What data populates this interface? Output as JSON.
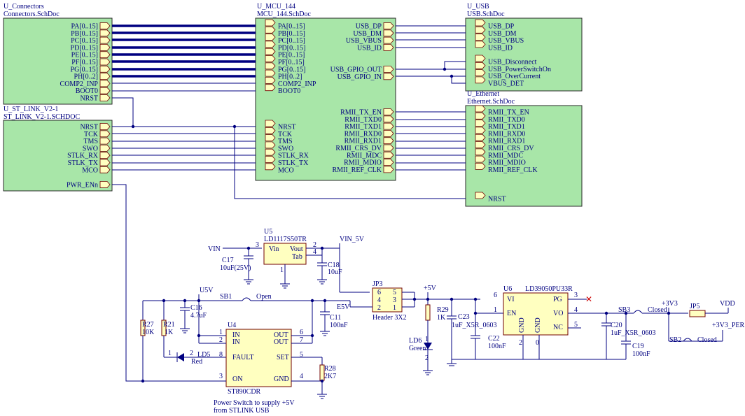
{
  "sheets": {
    "connectors": {
      "designator": "U_Connectors",
      "file": "Connectors.SchDoc",
      "ports": [
        "PA[0..15]",
        "PB[0..15]",
        "PC[0..15]",
        "PD[0..15]",
        "PE[0..15]",
        "PF[0..15]",
        "PG[0..15]",
        "PH[0..2]",
        "COMP2_INP",
        "BOOT0",
        "NRST"
      ]
    },
    "stlink": {
      "designator": "U_ST_LINK_V2-1",
      "file": "ST_LINK_V2-1.SCHDOC",
      "ports": [
        "NRST",
        "TCK",
        "TMS",
        "SWO",
        "STLK_RX",
        "STLK_TX",
        "MCO"
      ],
      "pwr": "PWR_ENn"
    },
    "mcu": {
      "designator": "U_MCU_144",
      "file": "MCU_144.SchDoc",
      "left_ports": [
        "PA[0..15]",
        "PB[0..15]",
        "PC[0..15]",
        "PD[0..15]",
        "PE[0..15]",
        "PF[0..15]",
        "PG[0..15]",
        "PH[0..2]",
        "COMP2_INP",
        "BOOT0"
      ],
      "left_ports2": [
        "NRST",
        "TCK",
        "TMS",
        "SWO",
        "STLK_RX",
        "STLK_TX",
        "MCO"
      ],
      "right_usb": [
        "USB_DP",
        "USB_DM",
        "USB_VBUS",
        "USB_ID"
      ],
      "right_gpio": [
        "USB_GPIO_OUT",
        "USB_GPIO_IN"
      ],
      "right_eth": [
        "RMII_TX_EN",
        "RMII_TXD0",
        "RMII_TXD1",
        "RMII_RXD0",
        "RMII_RXD1",
        "RMII_CRS_DV",
        "RMII_MDC",
        "RMII_MDIO",
        "RMII_REF_CLK"
      ]
    },
    "usb": {
      "designator": "U_USB",
      "file": "USB.SchDoc",
      "ports": [
        "USB_DP",
        "USB_DM",
        "USB_VBUS",
        "USB_ID"
      ],
      "ports2": [
        "USB_Disconnect",
        "USB_PowerSwitchOn",
        "USB_OverCurrent",
        "VBUS_DET"
      ]
    },
    "ethernet": {
      "designator": "U_Ethernet",
      "file": "Ethernet.SchDoc",
      "ports": [
        "RMII_TX_EN",
        "RMII_TXD0",
        "RMII_TXD1",
        "RMII_RXD0",
        "RMII_RXD1",
        "RMII_CRS_DV",
        "RMII_MDC",
        "RMII_MDIO",
        "RMII_REF_CLK"
      ],
      "nrst": "NRST"
    }
  },
  "power": {
    "u5": {
      "ref": "U5",
      "part": "LD1117S50TR",
      "vin": "Vin",
      "vout": "Vout",
      "tab": "Tab",
      "p3": "3",
      "p2": "2",
      "p4": "4",
      "p1": "1"
    },
    "vin": "VIN",
    "vin5": "VIN_5V",
    "c17": {
      "ref": "C17",
      "val": "10uF(25V)"
    },
    "c18": {
      "ref": "C18",
      "val": "10uF"
    },
    "u5v": "U5V",
    "e5v": "E5V",
    "p5v": "+5V",
    "sb1": {
      "ref": "SB1",
      "state": "Open"
    },
    "c16": {
      "ref": "C16",
      "val": "4.7uF"
    },
    "c11": {
      "ref": "C11",
      "val": "100nF"
    },
    "r27": {
      "ref": "R27",
      "val": "10K"
    },
    "r21": {
      "ref": "R21",
      "val": "1K"
    },
    "ld5": {
      "ref": "LD5",
      "color": "Red"
    },
    "u4": {
      "ref": "U4",
      "part": "ST890CDR",
      "pins": [
        "IN",
        "IN",
        "FAULT",
        "ON",
        "OUT",
        "OUT",
        "SET",
        "GND"
      ],
      "nums": [
        "1",
        "2",
        "8",
        "3",
        "6",
        "7",
        "5",
        "4"
      ]
    },
    "r28": {
      "ref": "R28",
      "val": "2K7"
    },
    "jp3": {
      "ref": "JP3",
      "part": "Header 3X2",
      "nums": [
        "6",
        "5",
        "4",
        "3",
        "2",
        "1"
      ]
    },
    "r29": {
      "ref": "R29",
      "val": "1K"
    },
    "ld6": {
      "ref": "LD6",
      "color": "Green"
    },
    "c23": {
      "ref": "C23",
      "val": "1uF_X5R_0603"
    },
    "c22": {
      "ref": "C22",
      "val": "100nF"
    },
    "u6": {
      "ref": "U6",
      "part": "LD39050PU33R",
      "vi": "VI",
      "en": "EN",
      "gnd": "GND",
      "pg": "PG",
      "vo": "VO",
      "nc": "NC",
      "n6": "6",
      "n1": "1",
      "n2": "2",
      "n0": "0",
      "n3": "3",
      "n4": "4",
      "n5": "5"
    },
    "c20": {
      "ref": "C20",
      "val": "1uF_X5R_0603"
    },
    "c19": {
      "ref": "C19",
      "val": "100nF"
    },
    "sb3": {
      "ref": "SB3",
      "state": "Closed"
    },
    "sb2": {
      "ref": "SB2",
      "state": "Closed"
    },
    "v33": "+3V3",
    "jp5": "JP5",
    "vdd": "VDD",
    "v33per": "+3V3_PER",
    "note1": "Power Switch to supply +5V",
    "note2": "from STLINK USB",
    "ld5pins": [
      "1",
      "2"
    ],
    "ld6pins": [
      "1",
      "2"
    ]
  }
}
